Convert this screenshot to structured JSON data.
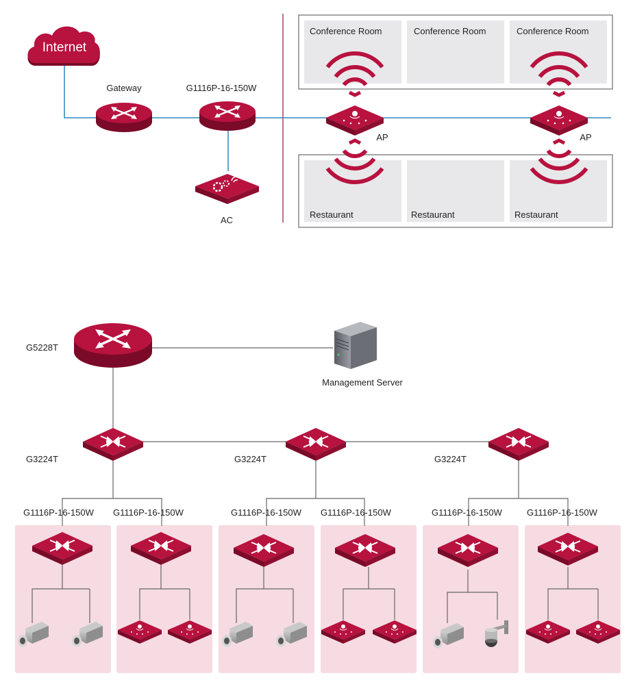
{
  "colors": {
    "device": "#b8123f",
    "device_dark": "#7a0a28",
    "link_top": "#2b86c4",
    "link_bottom": "#666666",
    "divider": "#8b1a3c",
    "room_fill": "#e8e8ea",
    "zone_fill": "#f6dbe3"
  },
  "top": {
    "internet": "Internet",
    "gateway": "Gateway",
    "core_switch": "G1116P-16-150W",
    "ac": "AC",
    "ap_left": "AP",
    "ap_right": "AP",
    "conference_rooms": [
      "Conference Room",
      "Conference Room",
      "Conference Room"
    ],
    "restaurants": [
      "Restaurant",
      "Restaurant",
      "Restaurant"
    ]
  },
  "bottom": {
    "core_router": "G5228T",
    "server": "Management Server",
    "aggregation": [
      "G3224T",
      "G3224T",
      "G3224T"
    ],
    "access": [
      "G1116P-16-150W",
      "G1116P-16-150W",
      "G1116P-16-150W",
      "G1116P-16-150W",
      "G1116P-16-150W",
      "G1116P-16-150W"
    ],
    "endpoints": [
      [
        "camera-icon",
        "camera-icon"
      ],
      [
        "access-point-icon",
        "access-point-icon"
      ],
      [
        "camera-icon",
        "camera-icon"
      ],
      [
        "access-point-icon",
        "access-point-icon"
      ],
      [
        "camera-icon",
        "dome-camera-icon"
      ],
      [
        "access-point-icon",
        "access-point-icon"
      ]
    ]
  }
}
